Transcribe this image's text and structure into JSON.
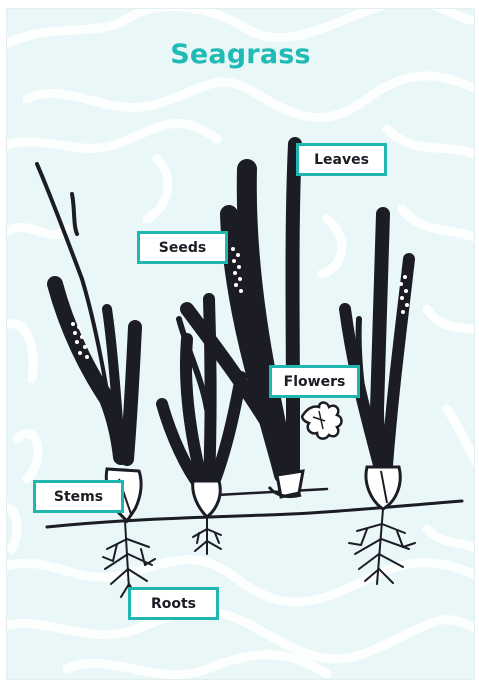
{
  "title": "Seagrass",
  "labels": {
    "leaves": "Leaves",
    "seeds": "Seeds",
    "flowers": "Flowers",
    "stems": "Stems",
    "roots": "Roots"
  },
  "colors": {
    "title": "#1fbab3",
    "label_border": "#21b7b0",
    "plant": "#1c1c24",
    "background": "#eaf7f8"
  }
}
